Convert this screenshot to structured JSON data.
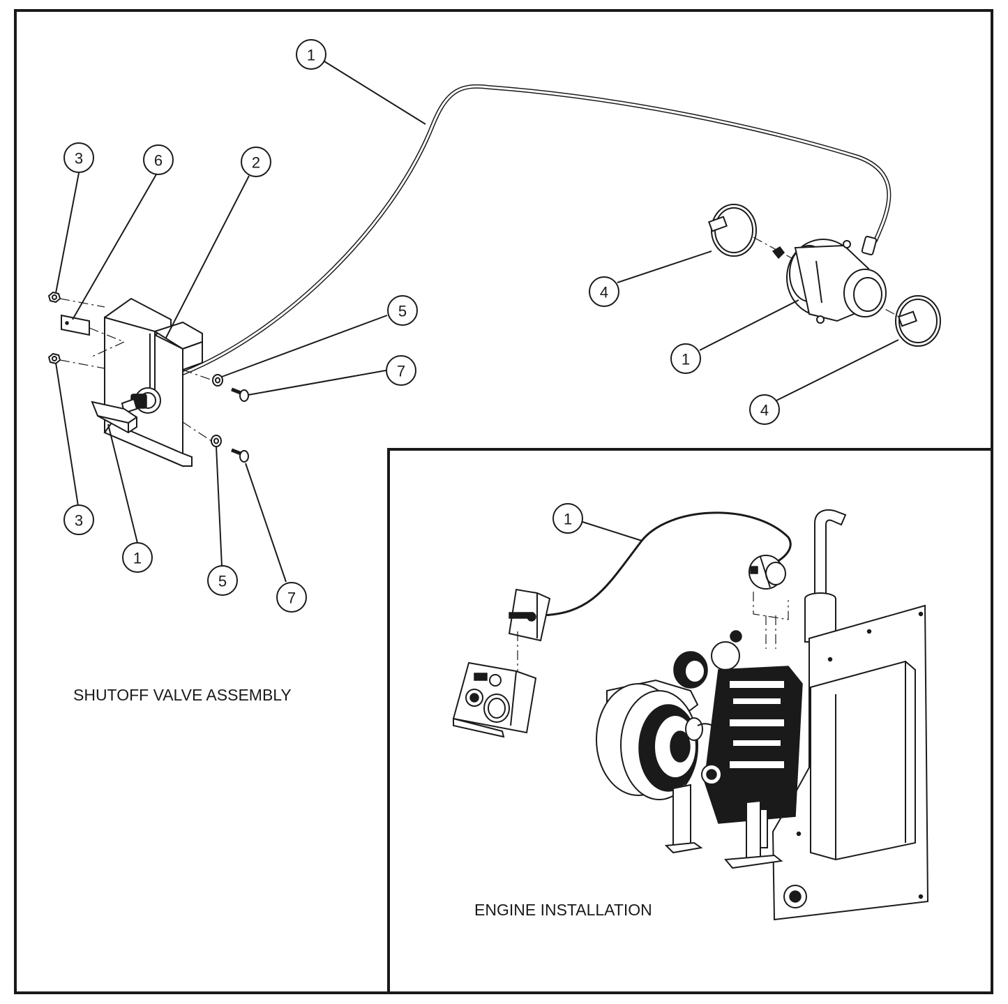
{
  "captions": {
    "shutoff": "SHUTOFF VALVE ASSEMBLY",
    "engine": "ENGINE INSTALLATION"
  },
  "callouts": {
    "c1_top": "1",
    "c3_top": "3",
    "c6": "6",
    "c2": "2",
    "c4_upper": "4",
    "c5_upper": "5",
    "c7_upper": "7",
    "c1_valve": "1",
    "c4_lower": "4",
    "c3_bottom": "3",
    "c1_handle": "1",
    "c5_lower": "5",
    "c7_lower": "7",
    "c1_engine": "1"
  }
}
